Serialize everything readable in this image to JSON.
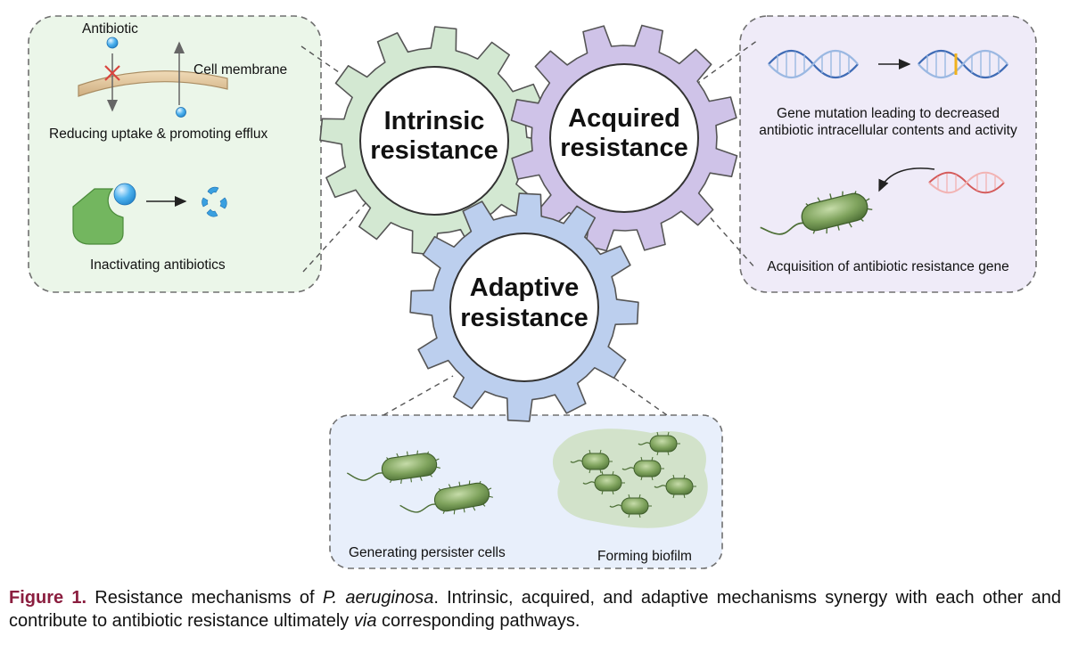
{
  "gears": {
    "intrinsic": {
      "line1": "Intrinsic",
      "line2": "resistance"
    },
    "acquired": {
      "line1": "Acquired",
      "line2": "resistance"
    },
    "adaptive": {
      "line1": "Adaptive",
      "line2": "resistance"
    }
  },
  "intrinsic_panel": {
    "antibiotic_label": "Antibiotic",
    "membrane_label": "Cell membrane",
    "uptake_label": "Reducing uptake & promoting efflux",
    "inactivating_label": "Inactivating antibiotics"
  },
  "acquired_panel": {
    "mutation_line1": "Gene mutation leading to decreased",
    "mutation_line2": "antibiotic intracellular contents and activity",
    "acquisition_label": "Acquisition of antibiotic resistance gene"
  },
  "adaptive_panel": {
    "persister_label": "Generating persister cells",
    "biofilm_label": "Forming biofilm"
  },
  "caption": {
    "figure_label": "Figure 1.",
    "text_a": "Resistance mechanisms of",
    "species": "P. aeruginosa",
    "text_b": ". Intrinsic, acquired, and adaptive mechanisms synergy with each other and contribute to antibiotic resistance ultimately",
    "via": "via",
    "text_c": "corresponding pathways."
  },
  "colors": {
    "intrinsic_gear": "#d3e8d2",
    "acquired_gear": "#cfc3e8",
    "adaptive_gear": "#bccfee",
    "intrinsic_panel_bg": "#ebf6e9",
    "acquired_panel_bg": "#efebf8",
    "adaptive_panel_bg": "#e8effb",
    "caption_label": "#8b1e3f"
  }
}
